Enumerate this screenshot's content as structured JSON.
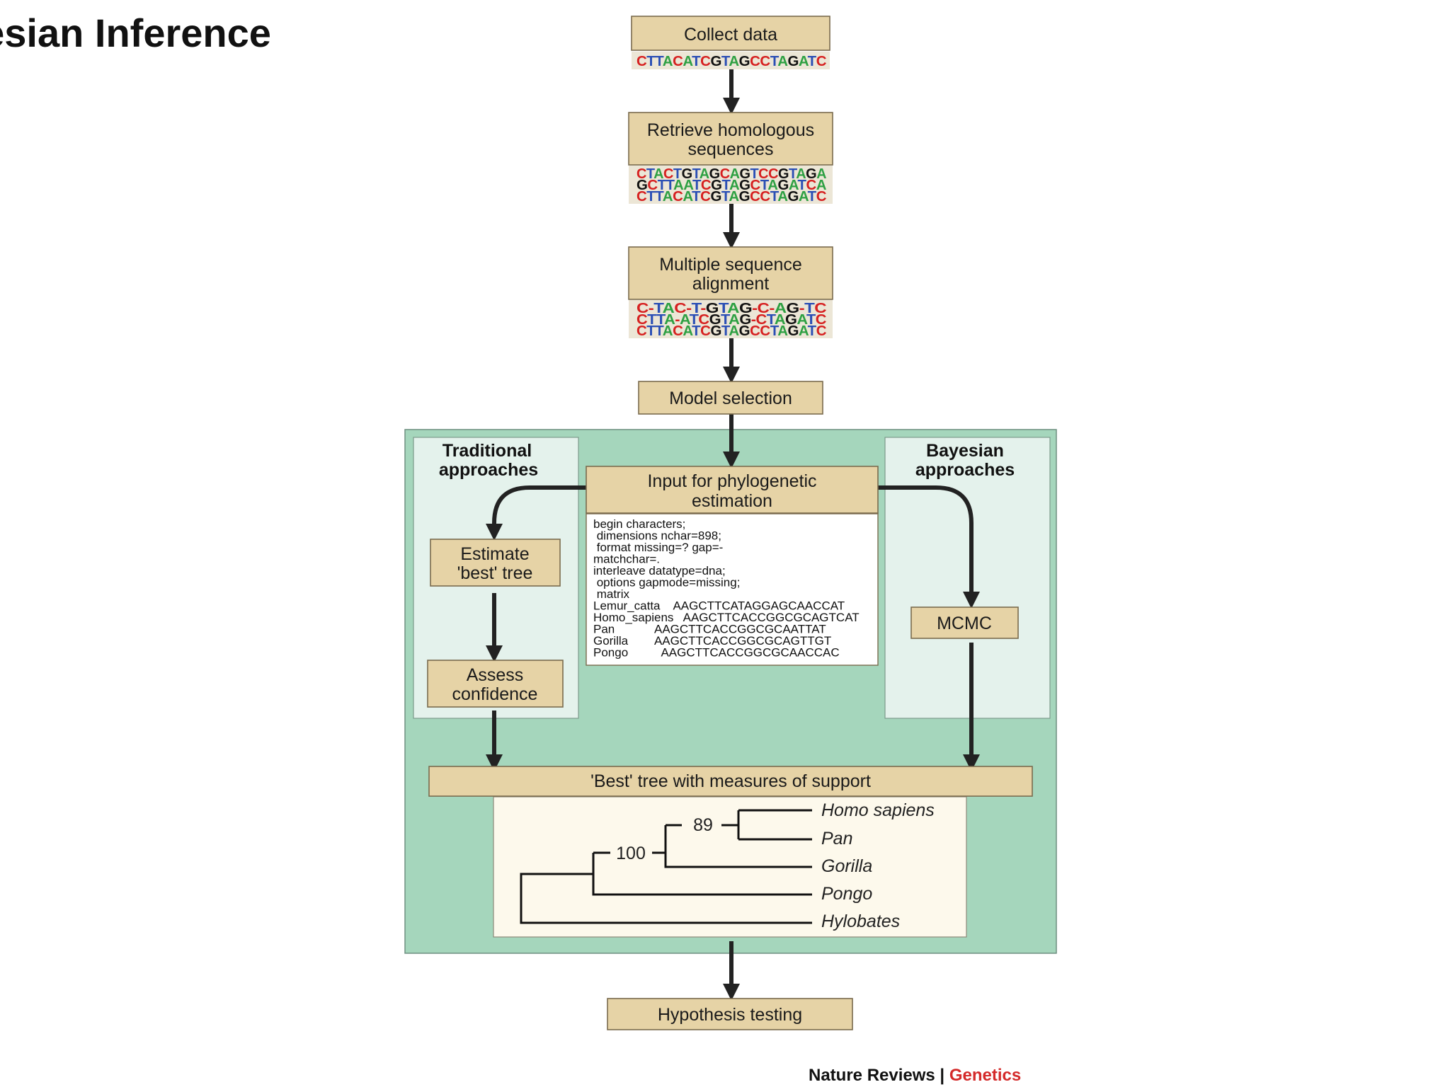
{
  "slide": {
    "title": "yesian Inference"
  },
  "steps": {
    "collect": "Collect data",
    "retrieve": [
      "Retrieve homologous",
      "sequences"
    ],
    "msa": [
      "Multiple sequence",
      "alignment"
    ],
    "model": "Model selection",
    "input": [
      "Input for phylogenetic",
      "estimation"
    ],
    "estimate": [
      "Estimate",
      "'best' tree"
    ],
    "assess": [
      "Assess",
      "confidence"
    ],
    "mcmc": "MCMC",
    "best": "'Best' tree with measures of support",
    "hypothesis": "Hypothesis testing"
  },
  "sections": {
    "traditional": [
      "Traditional",
      "approaches"
    ],
    "bayesian": [
      "Bayesian",
      "approaches"
    ]
  },
  "sequences": {
    "collect": [
      "CTTACATCGTAGCCTAGATC"
    ],
    "retrieve": [
      "CTACTGTAGCAGTCCGTAGA",
      "GCTTAATCGTAGCTAGATCA",
      "CTTACATCGTAGCCTAGATC"
    ],
    "msa": [
      "C-TAC-T-GTAG-C-AG-TC",
      "CTTA-ATCGTAG-CTAGATC",
      "CTTACATCGTAGCCTAGATC"
    ]
  },
  "nexus_lines": [
    "begin characters;",
    " dimensions nchar=898;",
    " format missing=? gap=-",
    "matchchar=.",
    "interleave datatype=dna;",
    " options gapmode=missing;",
    " matrix",
    "Lemur_catta    AAGCTTCATAGGAGCAACCAT",
    "Homo_sapiens   AAGCTTCACCGGCGCAGTCAT",
    "Pan            AAGCTTCACCGGCGCAATTAT",
    "Gorilla        AAGCTTCACCGGCGCAGTTGT",
    "Pongo          AAGCTTCACCGGCGCAACCAC"
  ],
  "tree": {
    "taxa": [
      "Homo sapiens",
      "Pan",
      "Gorilla",
      "Pongo",
      "Hylobates"
    ],
    "support": [
      "89",
      "100"
    ]
  },
  "credit": {
    "publisher": "Nature Reviews",
    "separator": "|",
    "journal": "Genetics"
  },
  "colors": {
    "step_box": "#e6d3a6",
    "panel_green": "#a5d6bc",
    "side_panel": "#e4f2ec",
    "tree_panel": "#fdf9ec",
    "journal_red": "#d42a2a",
    "A": "#2ea043",
    "C": "#d62020",
    "G": "#111111",
    "T": "#2b4fb5"
  }
}
